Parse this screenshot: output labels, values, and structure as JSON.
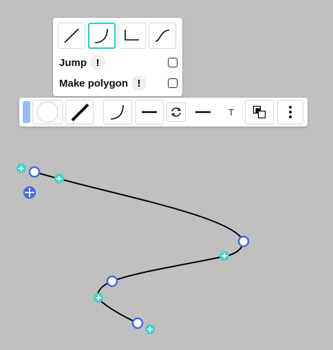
{
  "line_type_popup": {
    "line_types": [
      {
        "name": "straight",
        "selected": false
      },
      {
        "name": "curved",
        "selected": true
      },
      {
        "name": "elbow",
        "selected": false
      },
      {
        "name": "s-curve",
        "selected": false
      }
    ],
    "jump_label": "Jump",
    "jump_info": "!",
    "jump_checked": false,
    "make_polygon_label": "Make polygon",
    "make_polygon_info": "!",
    "make_polygon_checked": false
  },
  "toolbar": {
    "stroke_color": "#8fbff5",
    "text_tool_label": "T",
    "tools": [
      "stroke-color",
      "fill-color",
      "stroke-width",
      "line-type",
      "line-start",
      "swap-direction",
      "line-end",
      "text",
      "arrange",
      "more"
    ]
  },
  "canvas": {
    "curve_color": "#000000",
    "vertex_color": "#4169e1",
    "midpoint_color": "#3dd2c8"
  }
}
